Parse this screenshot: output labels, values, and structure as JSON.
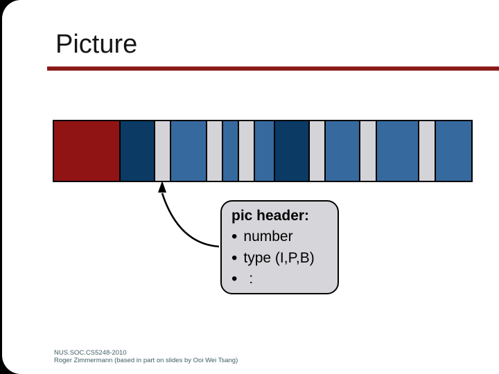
{
  "slide": {
    "title": "Picture"
  },
  "palette": {
    "frame-bg": "#000000",
    "title-text": "#161616",
    "accent-rule": "#8B1A1A",
    "outline": "#000000",
    "bar-red": "#911414",
    "bar-navy": "#0B3A64",
    "bar-blue": "#36699E",
    "bar-gray": "#D4D4D8",
    "callout-fill": "#D6D6DA",
    "footer-text": "#3E5D62",
    "arrow": "#000000"
  },
  "frame_bar": {
    "description": "horizontal sequence of coded pictures",
    "segments": [
      {
        "color": "red",
        "width": 96
      },
      {
        "color": "navy",
        "width": 50
      },
      {
        "color": "gray",
        "width": 23
      },
      {
        "color": "blue",
        "width": 52
      },
      {
        "color": "gray",
        "width": 23
      },
      {
        "color": "blue",
        "width": 23
      },
      {
        "color": "gray",
        "width": 23
      },
      {
        "color": "blue",
        "width": 29
      },
      {
        "color": "navy",
        "width": 50
      },
      {
        "color": "gray",
        "width": 23
      },
      {
        "color": "blue",
        "width": 50
      },
      {
        "color": "gray",
        "width": 24
      },
      {
        "color": "blue",
        "width": 61
      },
      {
        "color": "gray",
        "width": 24
      },
      {
        "color": "blue",
        "width": 51
      }
    ]
  },
  "callout": {
    "header": "pic header:",
    "items": [
      "number",
      "type (I,P,B)",
      ":"
    ]
  },
  "footer": {
    "line1": "NUS.SOC.CS5248-2010",
    "line2": "Roger Zimmermann (based in part on slides by Ooi Wei Tsang)"
  }
}
